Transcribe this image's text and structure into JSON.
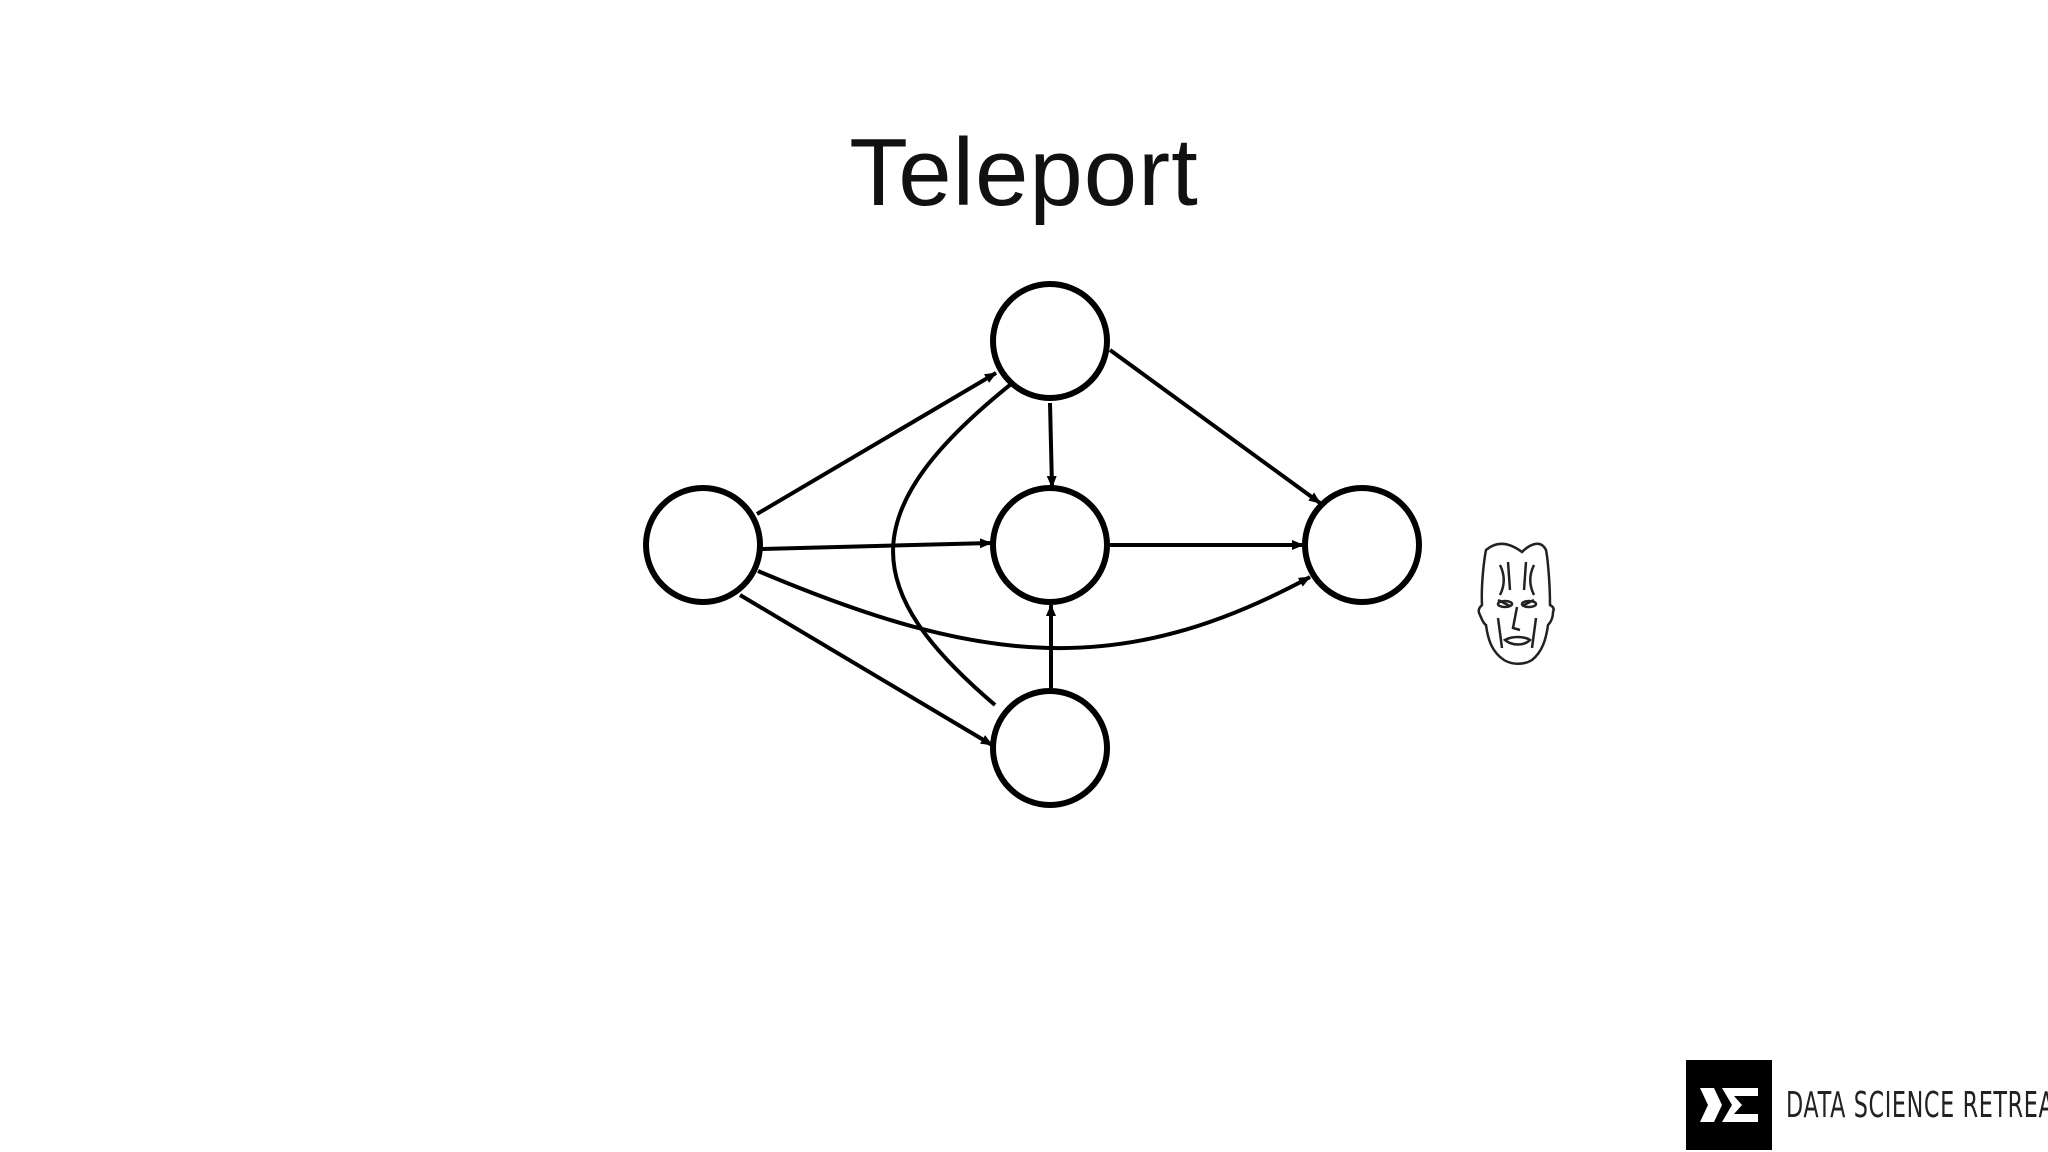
{
  "slide": {
    "title": "Teleport"
  },
  "diagram": {
    "nodes": [
      {
        "id": "left"
      },
      {
        "id": "top"
      },
      {
        "id": "middle"
      },
      {
        "id": "bottom"
      },
      {
        "id": "right"
      }
    ],
    "edges": [
      {
        "from": "left",
        "to": "top"
      },
      {
        "from": "left",
        "to": "middle"
      },
      {
        "from": "left",
        "to": "bottom"
      },
      {
        "from": "left",
        "to": "right"
      },
      {
        "from": "top",
        "to": "middle"
      },
      {
        "from": "top",
        "to": "right"
      },
      {
        "from": "middle",
        "to": "right"
      },
      {
        "from": "bottom",
        "to": "middle"
      },
      {
        "from": "bottom",
        "to": "top"
      }
    ],
    "marker": "face-icon"
  },
  "branding": {
    "logo_text": "DATA SCIENCE RETREAT",
    "logo_icon": "sigma-logo-icon"
  }
}
